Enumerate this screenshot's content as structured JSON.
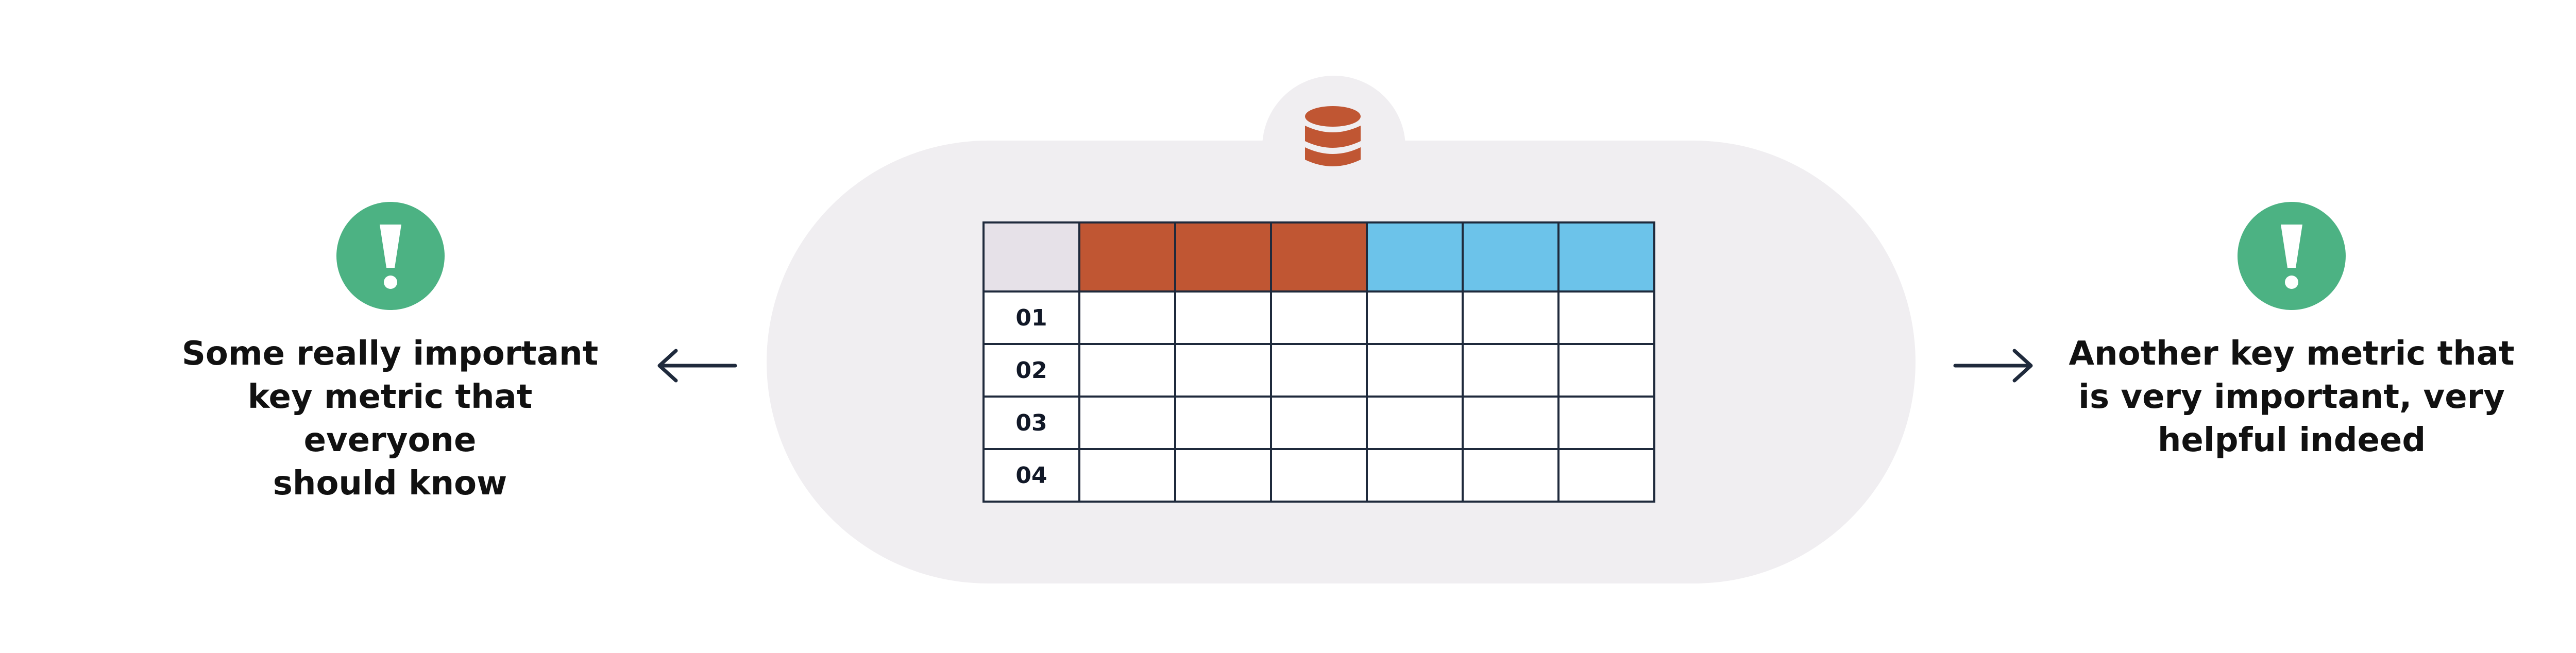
{
  "left_metric": {
    "icon": "exclamation-icon",
    "lines": [
      "Some really important",
      "key metric that everyone",
      "should know"
    ]
  },
  "right_metric": {
    "icon": "exclamation-icon",
    "lines": [
      "Another key metric that",
      "is very important, very",
      "helpful indeed"
    ]
  },
  "table": {
    "icon": "database-icon",
    "header_colors": [
      "#e6e1e8",
      "#c05633",
      "#c05633",
      "#c05633",
      "#6cc3ea",
      "#6cc3ea",
      "#6cc3ea"
    ],
    "row_labels": [
      "01",
      "02",
      "03",
      "04"
    ]
  },
  "colors": {
    "accent_orange": "#c05633",
    "accent_blue": "#6cc3ea",
    "alert_green": "#4cb283",
    "background_shape": "#f0eef1",
    "ink": "#1f2a3c"
  }
}
